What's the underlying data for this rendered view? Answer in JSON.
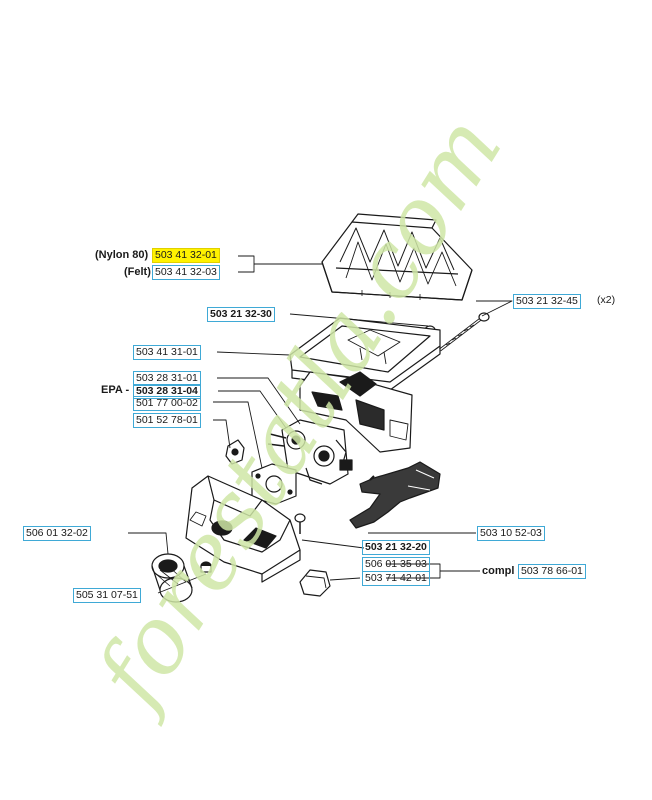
{
  "labels": [
    {
      "id": "l1",
      "pre": "(Nylon 80)",
      "code": "503 41 32-01",
      "highlight": true
    },
    {
      "id": "l2",
      "pre": "(Felt)",
      "code": "503 41 32-03"
    },
    {
      "id": "l3",
      "code": "503 21 32-30",
      "bold": true
    },
    {
      "id": "l4",
      "code": "503 21 32-45",
      "post": "(x2)"
    },
    {
      "id": "l5",
      "code": "503 41 31-01"
    },
    {
      "id": "l6",
      "code": "503 28 31-01"
    },
    {
      "id": "l7",
      "pre": "EPA -",
      "code": "503 28 31-04",
      "bold": true
    },
    {
      "id": "l8",
      "code": "501 77 00-02"
    },
    {
      "id": "l9",
      "code": "501 52 78-01"
    },
    {
      "id": "l10",
      "code": "506 01 32-02"
    },
    {
      "id": "l11",
      "code": "503 10 52-03"
    },
    {
      "id": "l12",
      "code": "503 21 32-20",
      "bold": true
    },
    {
      "id": "l13",
      "code": "506 01 35-03"
    },
    {
      "id": "l14",
      "code": "503 71 42-01"
    },
    {
      "id": "l15",
      "pre": "compl",
      "code": "503 78 66-01"
    },
    {
      "id": "l16",
      "code": "505 31 07-51"
    }
  ],
  "watermark": {
    "text": "forestatla.com",
    "color": "#cfe6a6",
    "color2": "#d9d2c6"
  }
}
